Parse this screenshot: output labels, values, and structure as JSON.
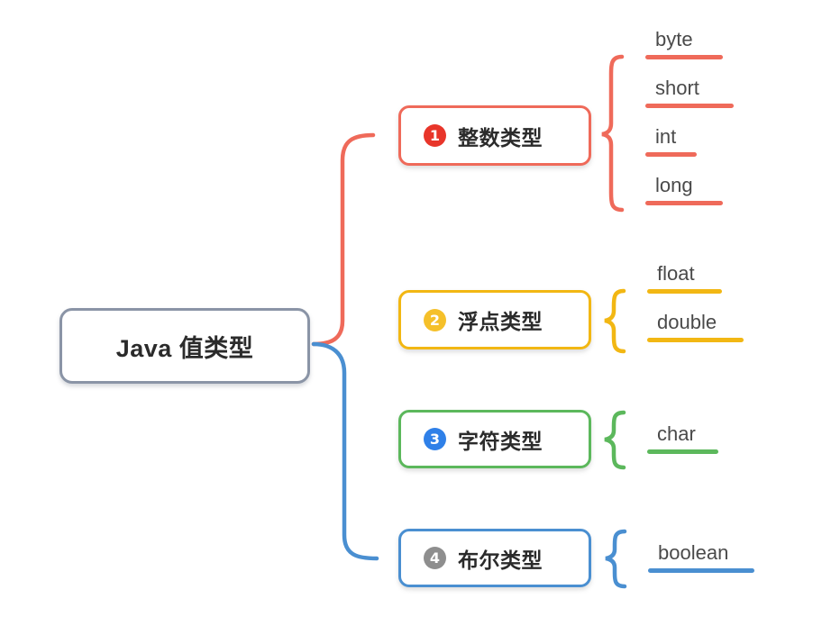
{
  "diagram": {
    "title": "Java 值类型",
    "type": "mindmap",
    "background": "#ffffff",
    "root": {
      "label": "Java 值类型",
      "border_color": "#8a94a6",
      "text_color": "#2b2b2b"
    },
    "branches": [
      {
        "index": "1",
        "badge_glyph": "1",
        "label": "整数类型",
        "border_color": "#ef6a5a",
        "badge_color": "#e8352a",
        "brace_color": "#ef6a5a",
        "rule_color": "#ef6a5a",
        "leaves": [
          {
            "label": "byte",
            "rule_width": 86
          },
          {
            "label": "short",
            "rule_width": 98
          },
          {
            "label": "int",
            "rule_width": 57
          },
          {
            "label": "long",
            "rule_width": 86
          }
        ]
      },
      {
        "index": "2",
        "badge_glyph": "2",
        "label": "浮点类型",
        "border_color": "#f2b713",
        "badge_color": "#f5c02a",
        "brace_color": "#f2b713",
        "rule_color": "#f2b713",
        "leaves": [
          {
            "label": "float",
            "rule_width": 83
          },
          {
            "label": "double",
            "rule_width": 107
          }
        ]
      },
      {
        "index": "3",
        "badge_glyph": "3",
        "label": "字符类型",
        "border_color": "#5cb85c",
        "badge_color": "#2f80e8",
        "brace_color": "#5cb85c",
        "rule_color": "#5cb85c",
        "leaves": [
          {
            "label": "char",
            "rule_width": 79
          }
        ]
      },
      {
        "index": "4",
        "badge_glyph": "4",
        "label": "布尔类型",
        "border_color": "#4a8fd1",
        "badge_color": "#8e8e8e",
        "brace_color": "#4a8fd1",
        "rule_color": "#4a8fd1",
        "leaves": [
          {
            "label": "boolean",
            "rule_width": 118
          }
        ]
      }
    ],
    "connectors": [
      {
        "from": "root",
        "to": "整数类型",
        "color": "#ef6a5a"
      },
      {
        "from": "root",
        "to": "布尔类型",
        "color": "#4a8fd1"
      }
    ]
  }
}
